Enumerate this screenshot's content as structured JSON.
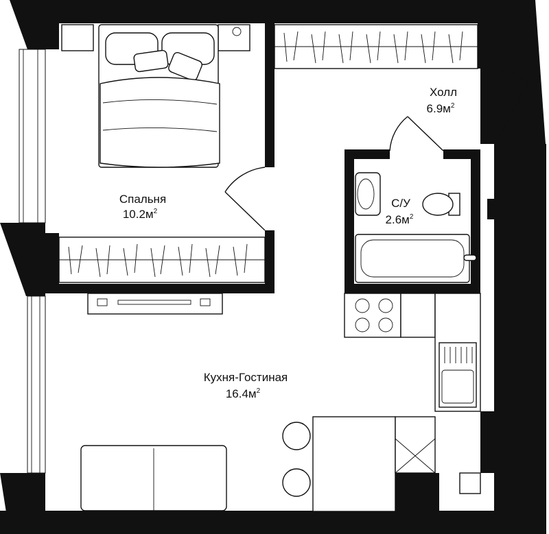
{
  "rooms": {
    "bedroom": {
      "name": "Спальня",
      "area": "10.2м",
      "unit_sup": "2"
    },
    "hall": {
      "name": "Холл",
      "area": "6.9м",
      "unit_sup": "2"
    },
    "bathroom": {
      "name": "С/У",
      "area": "2.6м",
      "unit_sup": "2"
    },
    "living": {
      "name": "Кухня-Гостиная",
      "area": "16.4м",
      "unit_sup": "2"
    }
  },
  "colors": {
    "wall": "#111111",
    "background": "#ffffff"
  }
}
